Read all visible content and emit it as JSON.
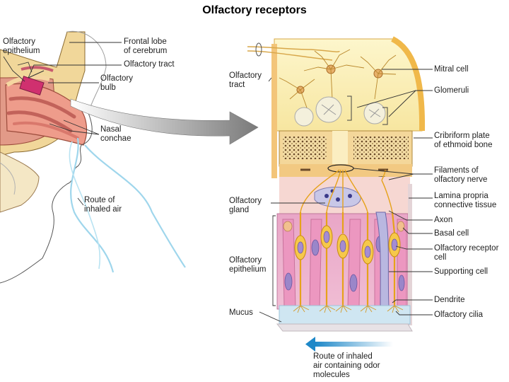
{
  "title": "Olfactory receptors",
  "labels": {
    "olfactory_epithelium_left": "Olfactory\nepithelium",
    "frontal_lobe": "Frontal lobe\nof cerebrum",
    "olfactory_tract_left": "Olfactory tract",
    "olfactory_bulb": "Olfactory\nbulb",
    "nasal_conchae": "Nasal\nconchae",
    "route_inhaled_air": "Route of\ninhaled air",
    "olfactory_tract_right": "Olfactory\ntract",
    "olfactory_gland": "Olfactory\ngland",
    "olfactory_epithelium_right": "Olfactory\nepithelium",
    "mucus": "Mucus",
    "mitral_cell": "Mitral cell",
    "glomeruli": "Glomeruli",
    "cribriform_plate": "Cribriform plate\nof ethmoid bone",
    "filaments": "Filaments of\nolfactory nerve",
    "lamina_propria": "Lamina propria\nconnective tissue",
    "axon": "Axon",
    "basal_cell": "Basal cell",
    "olfactory_receptor_cell": "Olfactory receptor\ncell",
    "supporting_cell": "Supporting cell",
    "dendrite": "Dendrite",
    "olfactory_cilia": "Olfactory cilia",
    "route_odor": "Route of inhaled\nair containing odor\nmolecules"
  },
  "colors": {
    "bulb_region": "#fbf1b8",
    "bone": "#f1c87a",
    "lamina": "#f6d3cf",
    "epithelium": "#e7a1c3",
    "receptor": "#f5c23e",
    "nucleus": "#a98bd0",
    "mucus": "#bfe0f2",
    "air_route": "#1e88c8",
    "nasal_tissue": "#ea9d8e",
    "arrow_gray": "#8a8a8a"
  }
}
